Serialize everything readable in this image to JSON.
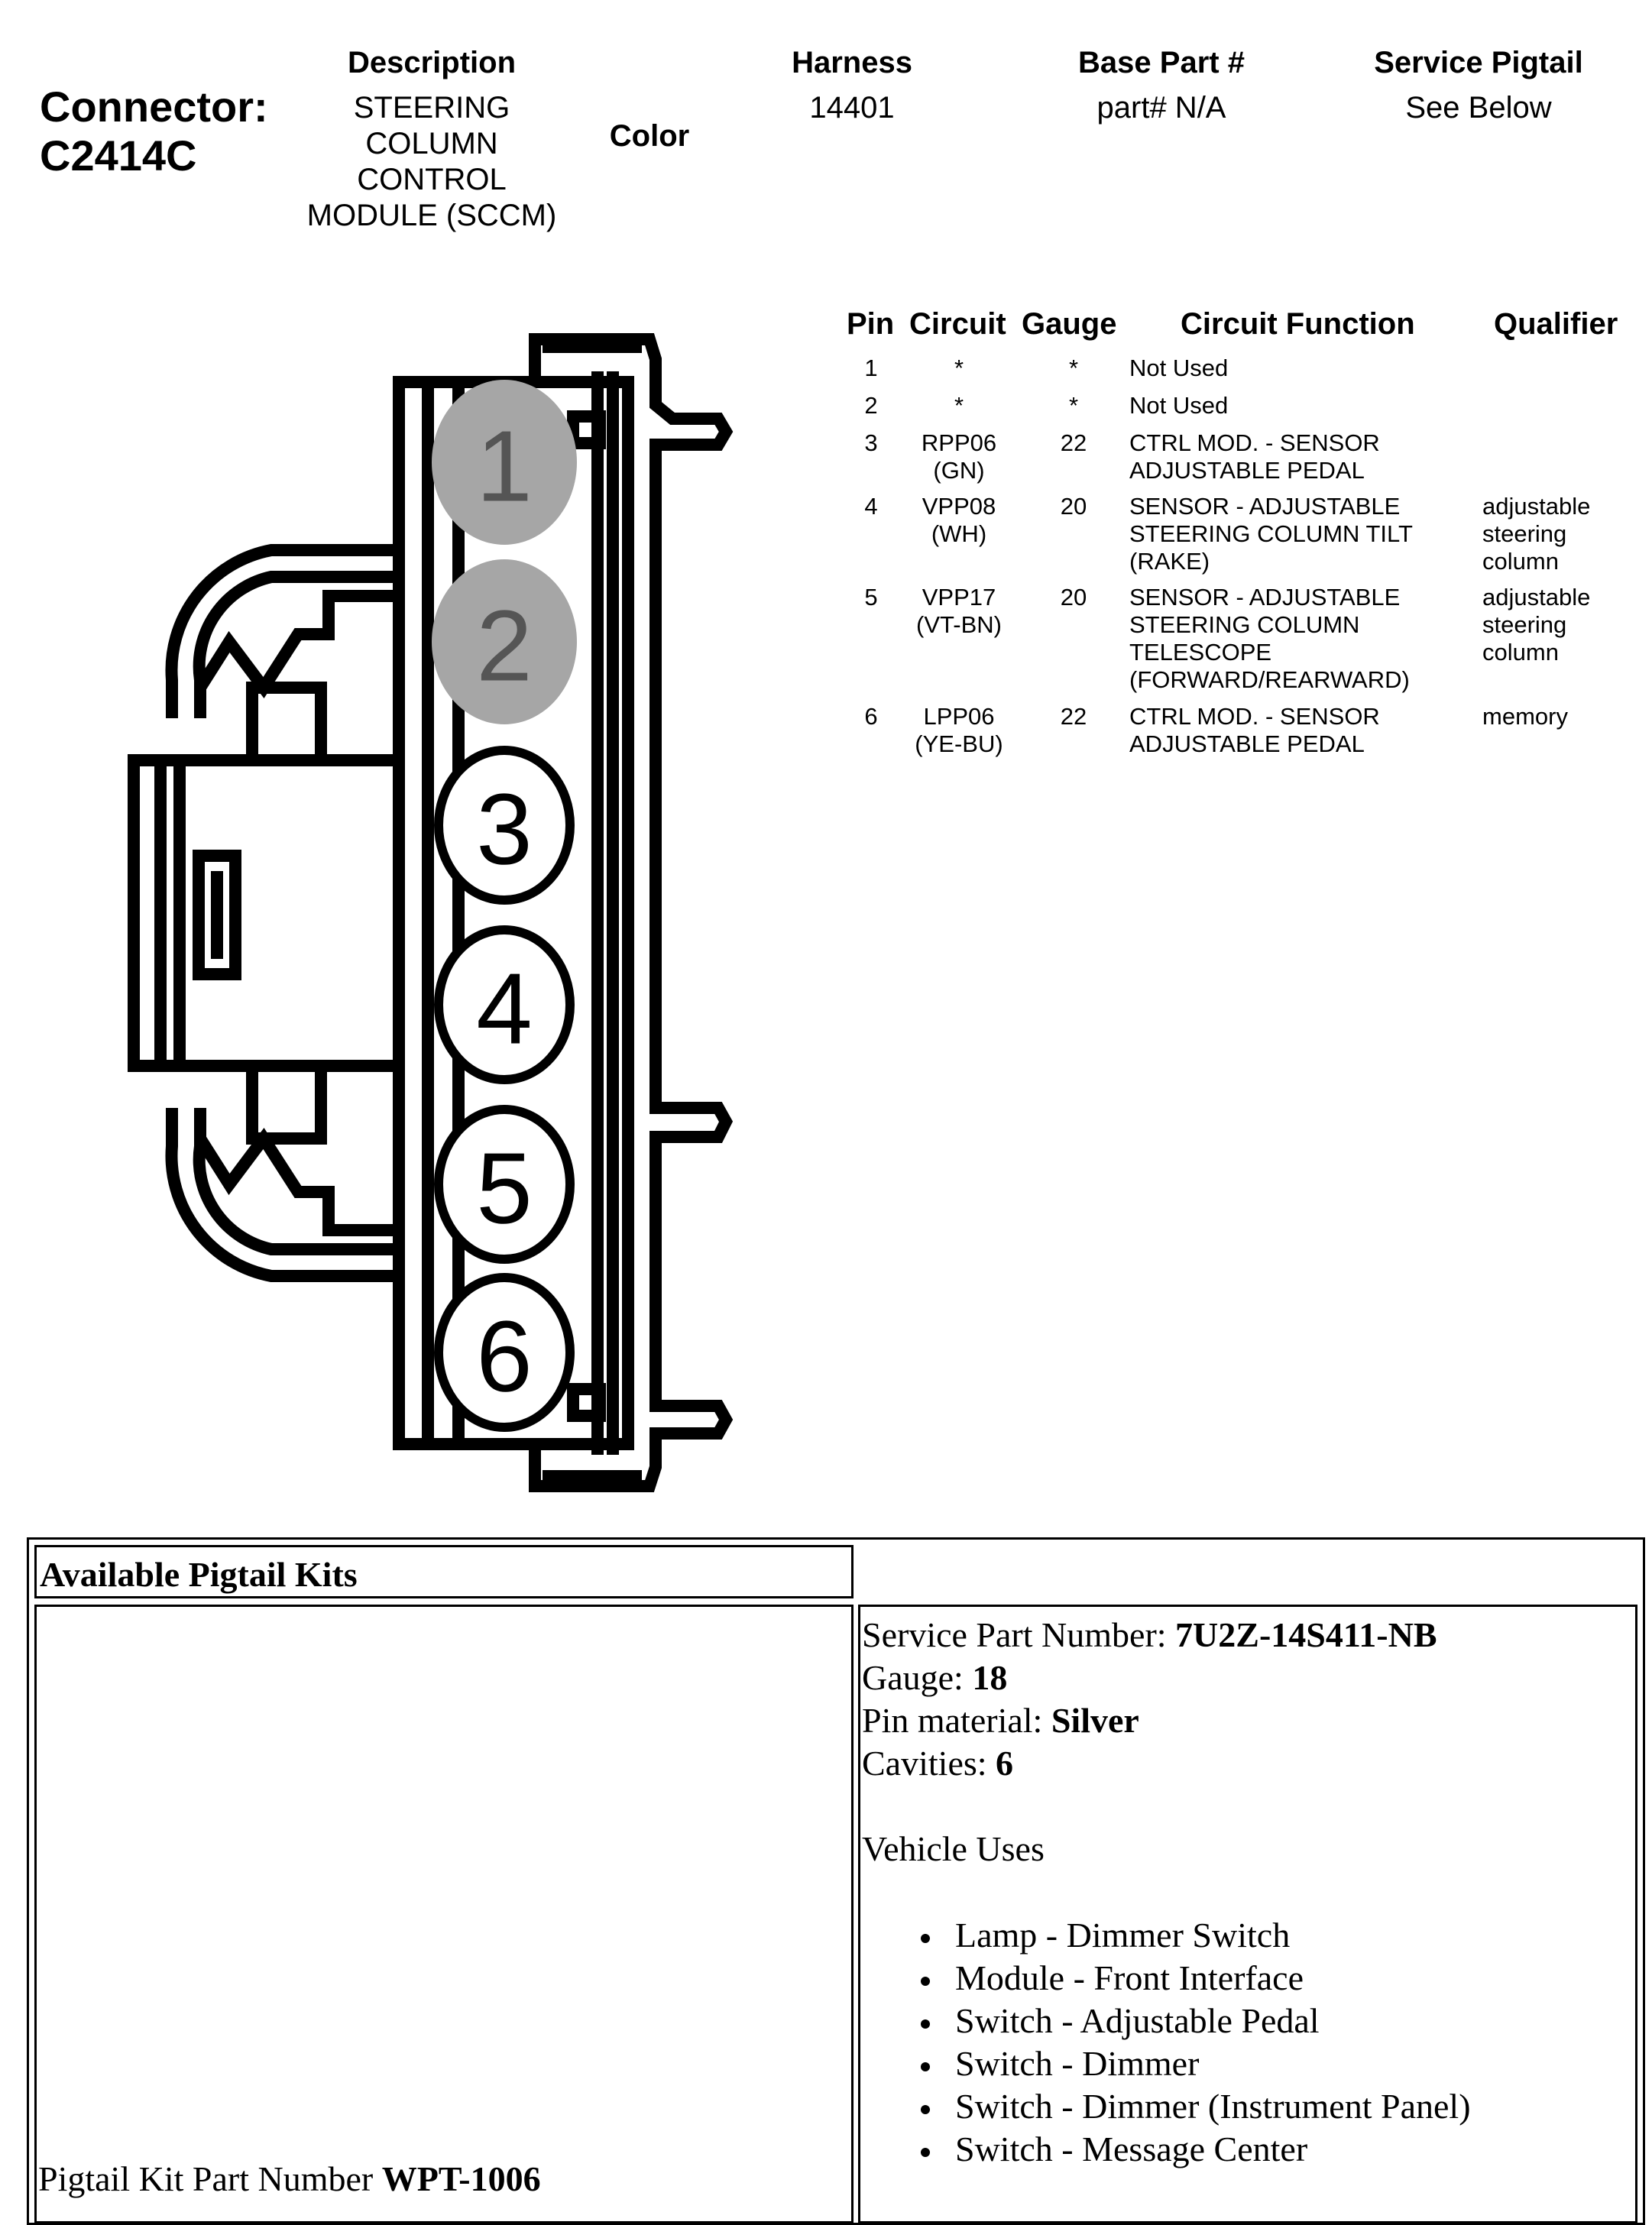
{
  "connector": {
    "label_line1": "Connector:",
    "label_line2": "C2414C"
  },
  "header": {
    "description_label": "Description",
    "description_lines": [
      "STEERING",
      "COLUMN",
      "CONTROL",
      "MODULE (SCCM)"
    ],
    "color_label": "Color",
    "harness_label": "Harness",
    "harness_value": "14401",
    "base_part_label": "Base Part #",
    "base_part_value": "part# N/A",
    "service_pigtail_label": "Service Pigtail",
    "service_pigtail_value": "See Below"
  },
  "diagram": {
    "pins": [
      "1",
      "2",
      "3",
      "4",
      "5",
      "6"
    ],
    "pin_fill_unused": "#a6a6a6"
  },
  "pin_table": {
    "headers": {
      "pin": "Pin",
      "circuit": "Circuit",
      "gauge": "Gauge",
      "function": "Circuit Function",
      "qualifier": "Qualifier"
    },
    "rows": [
      {
        "pin": "1",
        "circuit": [
          "*"
        ],
        "gauge": "*",
        "function": [
          "Not Used"
        ],
        "qualifier": []
      },
      {
        "pin": "2",
        "circuit": [
          "*"
        ],
        "gauge": "*",
        "function": [
          "Not Used"
        ],
        "qualifier": []
      },
      {
        "pin": "3",
        "circuit": [
          "RPP06",
          "(GN)"
        ],
        "gauge": "22",
        "function": [
          "CTRL MOD. - SENSOR",
          "ADJUSTABLE PEDAL"
        ],
        "qualifier": []
      },
      {
        "pin": "4",
        "circuit": [
          "VPP08",
          "(WH)"
        ],
        "gauge": "20",
        "function": [
          "SENSOR - ADJUSTABLE",
          "STEERING COLUMN TILT",
          "(RAKE)"
        ],
        "qualifier": [
          "adjustable",
          "steering",
          "column"
        ]
      },
      {
        "pin": "5",
        "circuit": [
          "VPP17",
          "(VT-BN)"
        ],
        "gauge": "20",
        "function": [
          "SENSOR - ADJUSTABLE",
          "STEERING COLUMN",
          "TELESCOPE",
          "(FORWARD/REARWARD)"
        ],
        "qualifier": [
          "adjustable",
          "steering",
          "column"
        ]
      },
      {
        "pin": "6",
        "circuit": [
          "LPP06",
          "(YE-BU)"
        ],
        "gauge": "22",
        "function": [
          "CTRL MOD. - SENSOR",
          "ADJUSTABLE PEDAL"
        ],
        "qualifier": [
          "memory"
        ]
      }
    ]
  },
  "pigtail": {
    "title": "Available Pigtail Kits",
    "kit_part_label": "Pigtail Kit Part Number ",
    "kit_part_value": "WPT-1006",
    "service_part_label": "Service Part Number: ",
    "service_part_value": "7U2Z-14S411-NB",
    "gauge_label": "Gauge: ",
    "gauge_value": "18",
    "pin_material_label": "Pin material: ",
    "pin_material_value": "Silver",
    "cavities_label": "Cavities: ",
    "cavities_value": "6",
    "vehicle_uses_label": "Vehicle Uses",
    "vehicle_uses": [
      "Lamp - Dimmer Switch",
      "Module - Front Interface",
      "Switch - Adjustable Pedal",
      "Switch - Dimmer",
      "Switch - Dimmer (Instrument Panel)",
      "Switch - Message Center"
    ]
  }
}
